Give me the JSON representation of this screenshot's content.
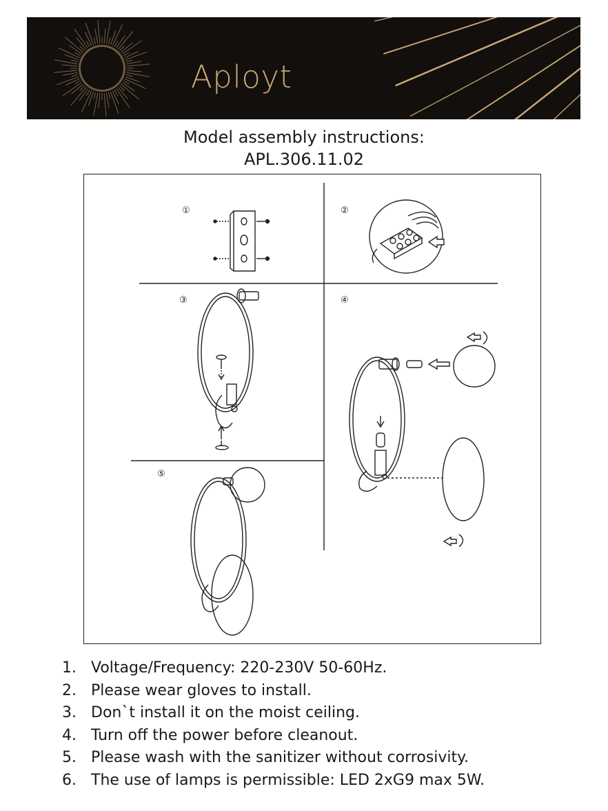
{
  "brand": {
    "name": "Aployt",
    "colors": {
      "gold": "#c9a676",
      "banner": "#120f0d"
    }
  },
  "header": {
    "line1": "Model assembly instructions:",
    "line2": "APL.306.11.02"
  },
  "steps": [
    {
      "marker": "①"
    },
    {
      "marker": "②"
    },
    {
      "marker": "③"
    },
    {
      "marker": "④"
    },
    {
      "marker": "⑤"
    }
  ],
  "notes": [
    {
      "num": "1.",
      "text": "Voltage/Frequency: 220-230V 50-60Hz."
    },
    {
      "num": "2.",
      "text": "Please wear gloves to install."
    },
    {
      "num": "3.",
      "text": "Don`t install it on the moist ceiling."
    },
    {
      "num": "4.",
      "text": "Turn off the power before cleanout."
    },
    {
      "num": "5.",
      "text": "Please wash with the sanitizer without corrosivity."
    },
    {
      "num": "6.",
      "text": "The use of lamps is permissible: LED 2xG9 max 5W."
    }
  ]
}
